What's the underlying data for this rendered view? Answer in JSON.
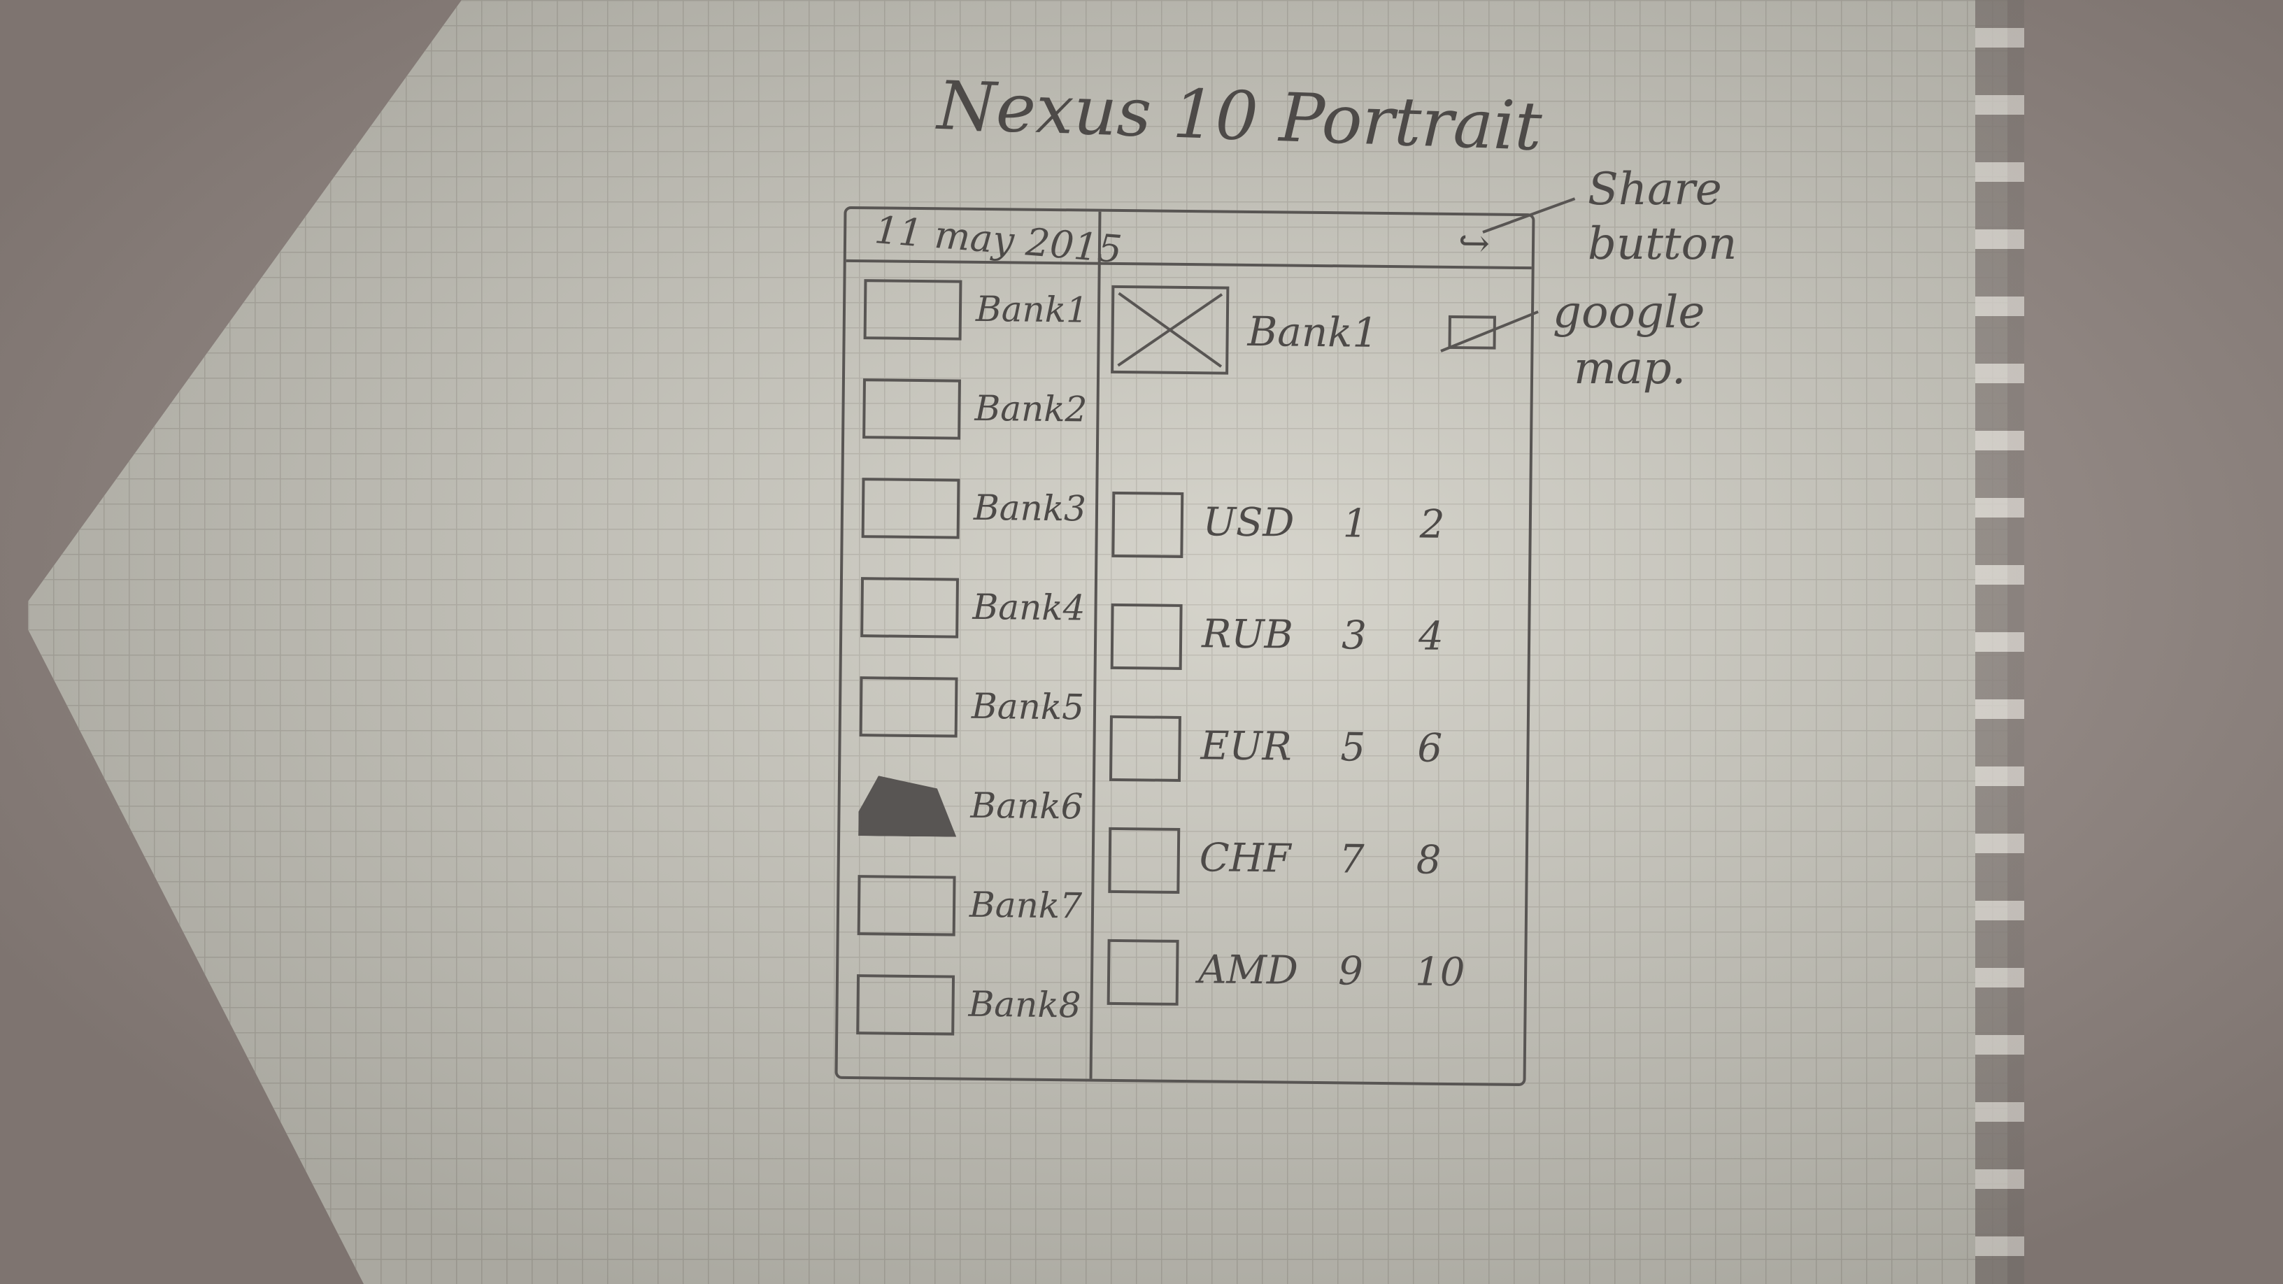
{
  "title": "Nexus 10 Portrait",
  "header": {
    "date": "11 may 2015",
    "share_icon": "share-icon"
  },
  "annotations": {
    "share": "Share button",
    "map_line1": "google",
    "map_line2": "map."
  },
  "banks": [
    "Bank1",
    "Bank2",
    "Bank3",
    "Bank4",
    "Bank5",
    "Bank6",
    "Bank7",
    "Bank8"
  ],
  "detail": {
    "name": "Bank1",
    "map_icon": "map-icon"
  },
  "rates": [
    {
      "currency": "USD",
      "buy": "1",
      "sell": "2"
    },
    {
      "currency": "RUB",
      "buy": "3",
      "sell": "4"
    },
    {
      "currency": "EUR",
      "buy": "5",
      "sell": "6"
    },
    {
      "currency": "CHF",
      "buy": "7",
      "sell": "8"
    },
    {
      "currency": "AMD",
      "buy": "9",
      "sell": "10"
    }
  ]
}
